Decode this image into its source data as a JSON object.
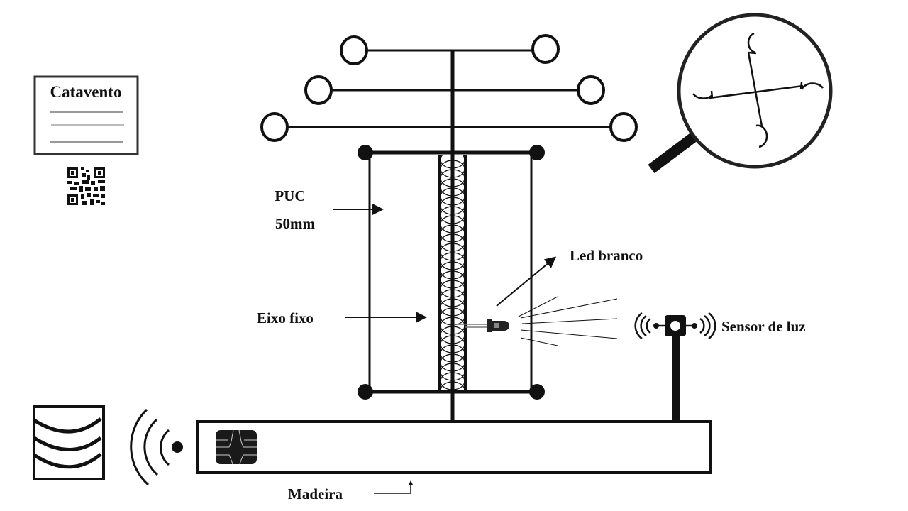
{
  "card": {
    "title": "Catavento",
    "qr_icon": "qr-code-icon"
  },
  "labels": {
    "puc_line1": "PUC",
    "puc_line2": "50mm",
    "eixo": "Eixo fixo",
    "led": "Led branco",
    "sensor": "Sensor de luz",
    "madeira": "Madeira"
  },
  "icons": {
    "magnifier": "magnifying-glass-icon",
    "anemometer": "anemometer-cups-icon",
    "led": "led-icon",
    "sensor": "light-sensor-icon",
    "wireless": "wireless-signal-icon",
    "chip": "chip-icon",
    "wind_box": "wind-box-icon"
  },
  "colors": {
    "stroke": "#111111",
    "background": "#ffffff"
  }
}
